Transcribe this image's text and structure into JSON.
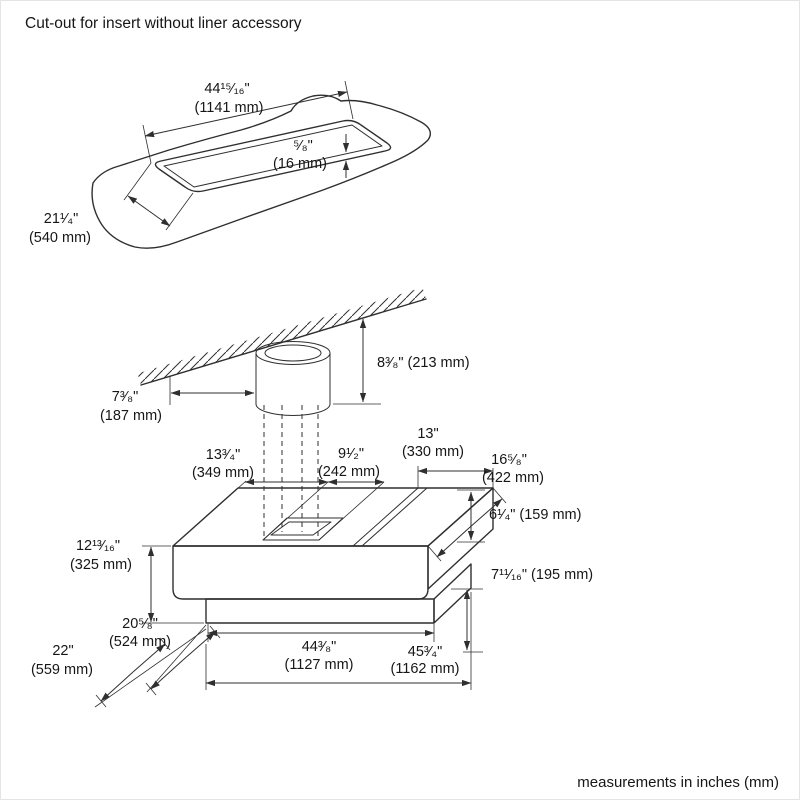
{
  "title": "Cut-out for insert without liner accessory",
  "footer": "measurements in inches (mm)",
  "colors": {
    "line": "#2f2f2f",
    "text": "#161616",
    "background": "#ffffff"
  },
  "cutout_view": {
    "width_in": "44¹⁵⁄₁₆\"",
    "width_mm": "(1141 mm)",
    "lip_in": "⁵⁄₈\"",
    "lip_mm": "(16 mm)",
    "depth_in": "21¹⁄₄\"",
    "depth_mm": "(540 mm)"
  },
  "ceiling_view": {
    "duct_drop": "8³⁄₈\" (213 mm)",
    "offset_in": "7³⁄₈\"",
    "offset_mm": "(187 mm)"
  },
  "hood_view": {
    "left_to_collar_in": "13³⁄₄\"",
    "left_to_collar_mm": "(349 mm)",
    "collar_width_in": "9¹⁄₂\"",
    "collar_width_mm": "(242 mm)",
    "vent_width_in": "13\"",
    "vent_width_mm": "(330 mm)",
    "vent_depth_in": "16⁵⁄₈\"",
    "vent_depth_mm": "(422 mm)",
    "rear_height": "6¹⁄₄\" (159 mm)",
    "lower_height": "7¹¹⁄₁₆\" (195 mm)",
    "body_height_in": "12¹³⁄₁₆\"",
    "body_height_mm": "(325 mm)",
    "body_depth_in": "20⁵⁄₈\"",
    "body_depth_mm": "(524 mm)",
    "total_depth_in": "22\"",
    "total_depth_mm": "(559 mm)",
    "body_width_in": "44³⁄₈\"",
    "body_width_mm": "(1127 mm)",
    "total_width_in": "45³⁄₄\"",
    "total_width_mm": "(1162 mm)"
  }
}
